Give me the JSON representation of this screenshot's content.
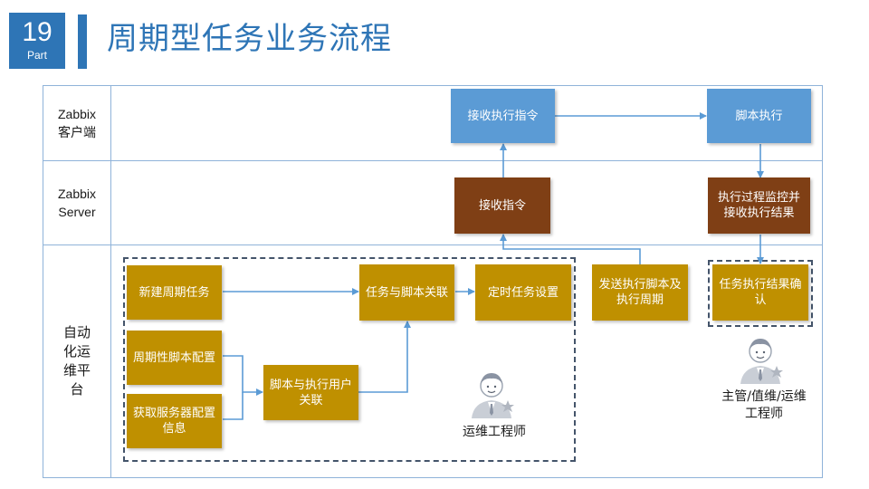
{
  "header": {
    "part_number": "19",
    "part_label": "Part",
    "title": "周期型任务业务流程"
  },
  "lanes": [
    {
      "id": "client",
      "label_lines": [
        "Zabbix",
        "客户端"
      ]
    },
    {
      "id": "server",
      "label_lines": [
        "Zabbix",
        "Server"
      ]
    },
    {
      "id": "platform",
      "label_lines": [
        "自动",
        "化运",
        "维平",
        "台"
      ]
    }
  ],
  "boxes": {
    "receive_exec_cmd": "接收执行指令",
    "script_exec": "脚本执行",
    "receive_cmd": "接收指令",
    "exec_monitor": "执行过程监控并接收执行结果",
    "new_periodic_task": "新建周期任务",
    "periodic_script_config": "周期性脚本配置",
    "get_server_config": "获取服务器配置信息",
    "script_user_link": "脚本与执行用户关联",
    "task_script_link": "任务与脚本关联",
    "timed_task_setting": "定时任务设置",
    "send_script_period": "发送执行脚本及执行周期",
    "task_result_confirm": "任务执行结果确认"
  },
  "people": {
    "ops_engineer": "运维工程师",
    "supervisor": "主管/值维/运维工程师"
  },
  "colors": {
    "accent_blue": "#2e75b6",
    "client_box": "#5b9bd5",
    "server_box": "#7f3f15",
    "platform_box": "#bf9000",
    "arrow": "#5b9bd5",
    "dashed_border": "#44546a"
  }
}
